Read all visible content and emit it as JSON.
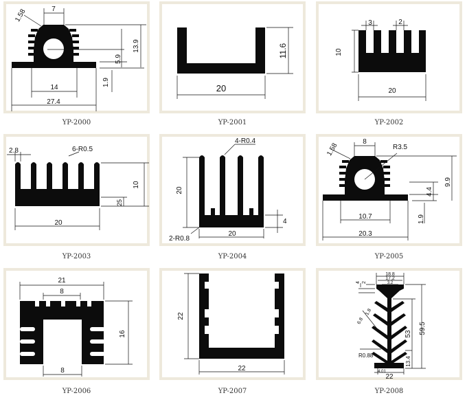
{
  "profiles": [
    {
      "model": "YP-2000",
      "dims": [
        "7",
        "1.58",
        "13.9",
        "5.9",
        "1.9",
        "14",
        "27.4"
      ]
    },
    {
      "model": "YP-2001",
      "dims": [
        "11.6",
        "20"
      ]
    },
    {
      "model": "YP-2002",
      "dims": [
        "3",
        "2",
        "10",
        "20"
      ]
    },
    {
      "model": "YP-2003",
      "dims": [
        "2.8",
        "6-R0.5",
        "10",
        "25",
        "20"
      ]
    },
    {
      "model": "YP-2004",
      "dims": [
        "4-R0.4",
        "20",
        "4",
        "2-R0.8",
        "20"
      ]
    },
    {
      "model": "YP-2005",
      "dims": [
        "1.58",
        "8",
        "R3.5",
        "9.9",
        "4.4",
        "1.9",
        "10.7",
        "20.3"
      ]
    },
    {
      "model": "YP-2006",
      "dims": [
        "21",
        "8",
        "16",
        "8"
      ]
    },
    {
      "model": "YP-2007",
      "dims": [
        "22",
        "22"
      ]
    },
    {
      "model": "YP-2008",
      "dims": [
        "18.8",
        "17.2",
        "3.2",
        "4",
        "2",
        "1.8",
        "6.8",
        "53",
        "59.5",
        "R0.88",
        "13.4",
        "4.01",
        "22"
      ]
    }
  ]
}
